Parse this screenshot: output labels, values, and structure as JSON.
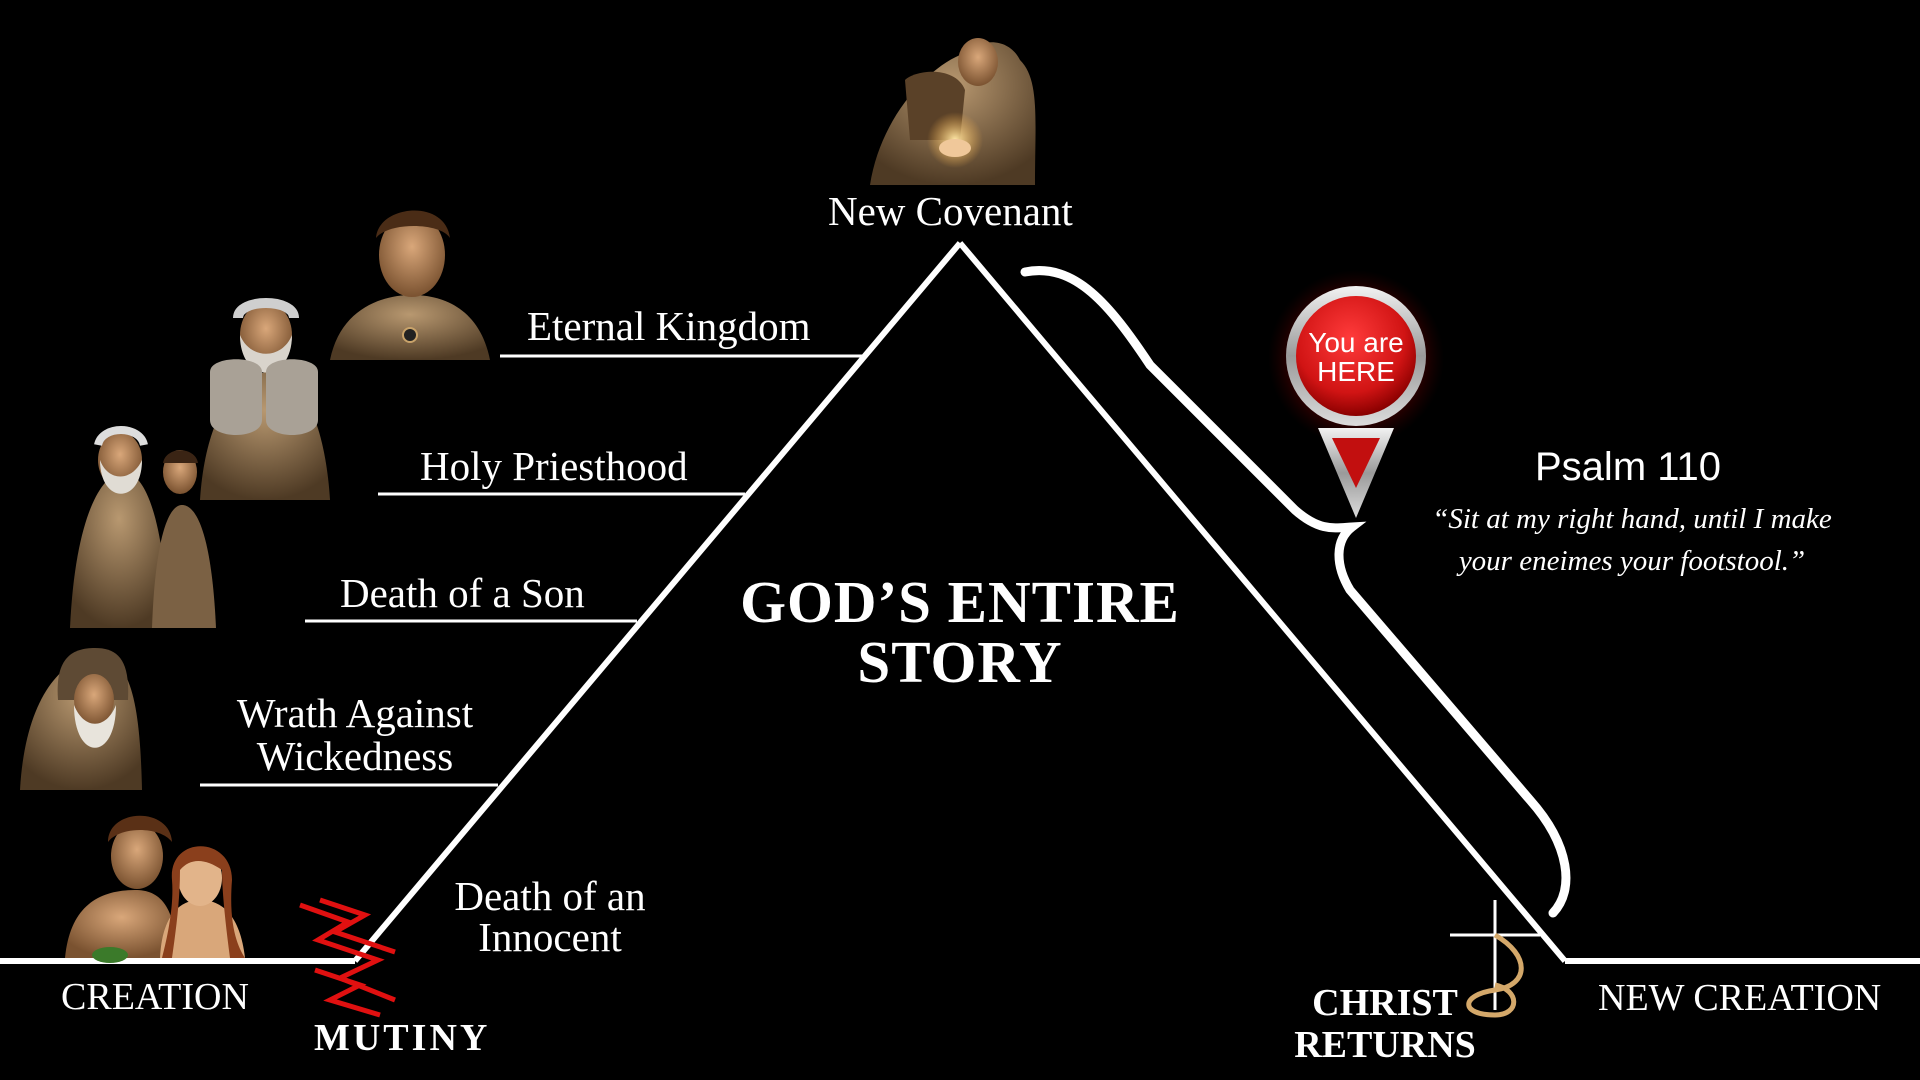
{
  "diagram": {
    "title_line1": "GOD’S ENTIRE",
    "title_line2": "STORY",
    "peak_label": "New Covenant",
    "steps": [
      {
        "label": "Eternal Kingdom"
      },
      {
        "label": "Holy Priesthood"
      },
      {
        "label": "Death of a Son"
      },
      {
        "label_line1": "Wrath Against",
        "label_line2": "Wickedness"
      },
      {
        "label_line1": "Death of an",
        "label_line2": "Innocent"
      }
    ],
    "baseline": {
      "left": "CREATION",
      "break": "MUTINY",
      "return_line1": "CHRIST",
      "return_line2": "RETURNS",
      "right": "NEW CREATION"
    },
    "marker": {
      "line1": "You are",
      "line2": "HERE",
      "color": "#d11414"
    },
    "annotation": {
      "reference": "Psalm 110",
      "quote_line1": "“Sit at my right hand, until I make",
      "quote_line2": "your eneimes your footstool.”"
    },
    "figures": [
      {
        "name": "nativity-figure"
      },
      {
        "name": "young-king-figure"
      },
      {
        "name": "moses-tablets-figure"
      },
      {
        "name": "abraham-isaac-figure"
      },
      {
        "name": "noah-figure"
      },
      {
        "name": "adam-eve-figure"
      }
    ],
    "colors": {
      "background": "#000000",
      "line": "#ffffff",
      "mutiny_mark": "#e01010",
      "figure_tone": "#8a6a45"
    }
  }
}
